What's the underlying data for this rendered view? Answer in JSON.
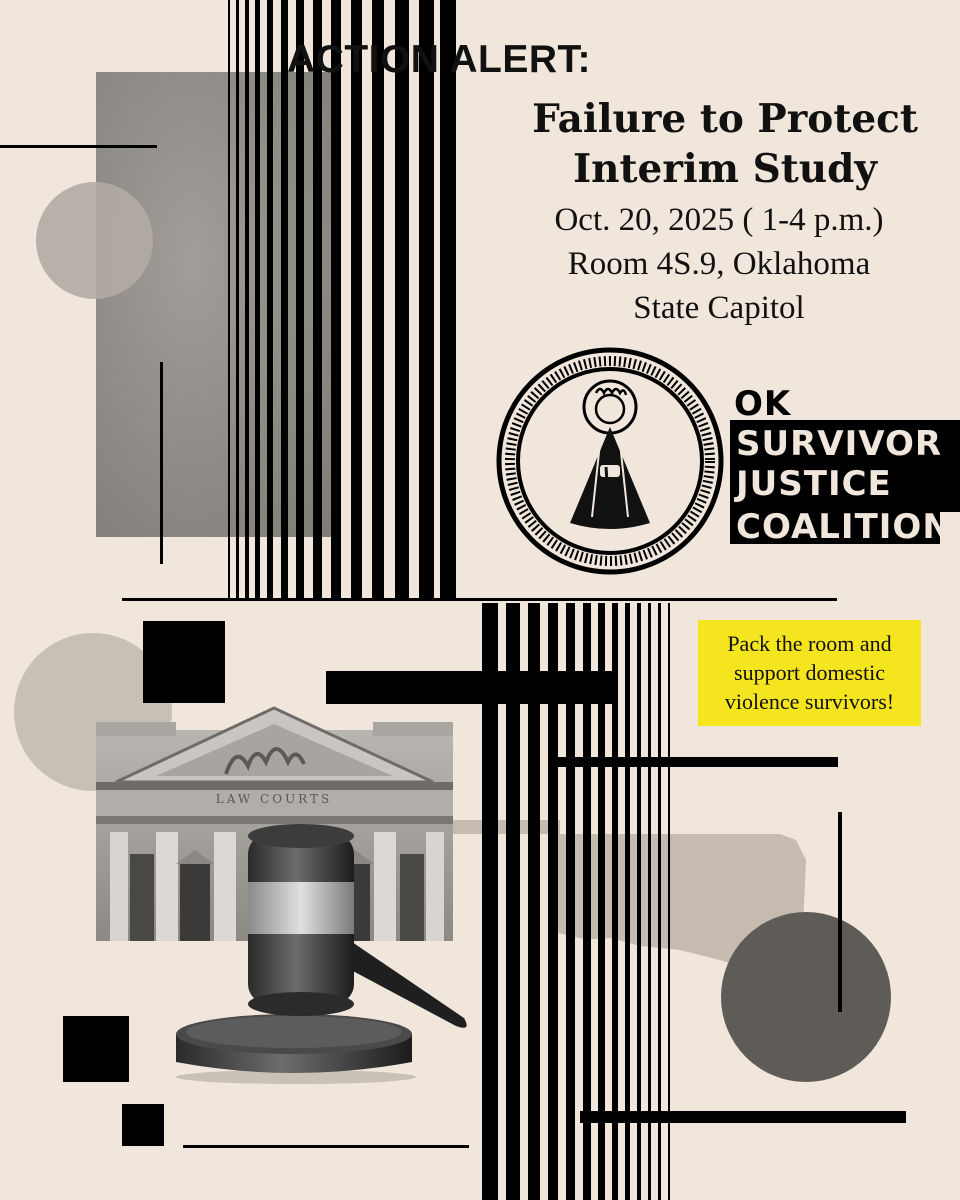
{
  "alert_label": "ACTION ALERT:",
  "study_title": [
    "Failure to Protect",
    "Interim Study"
  ],
  "event": {
    "date_time": "Oct. 20, 2025 ( 1-4 p.m.)",
    "location_lines": [
      "Room 4S.9, Oklahoma",
      "State Capitol"
    ]
  },
  "organization": {
    "lines": [
      "OK",
      "SURVIVOR",
      "JUSTICE",
      "COALITION"
    ]
  },
  "call_to_action": [
    "Pack the room and",
    "support domestic",
    "violence survivors!"
  ],
  "building_inscription": "LAW COURTS",
  "colors": {
    "background": "#f0e6db",
    "ink": "#000000",
    "highlight": "#f4e51e",
    "gray_texture": "#8f8b86"
  },
  "icons": [
    "stripes-graphic",
    "seal-logo",
    "courthouse-image",
    "gavel-image",
    "oklahoma-map-shape"
  ]
}
